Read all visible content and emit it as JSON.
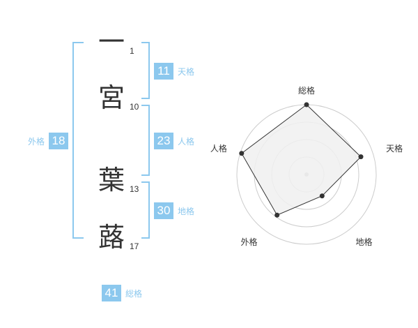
{
  "name": {
    "chars": [
      {
        "char": "一",
        "strokes": "1"
      },
      {
        "char": "宮",
        "strokes": "10"
      },
      {
        "char": "葉",
        "strokes": "13"
      },
      {
        "char": "蕗",
        "strokes": "17"
      }
    ]
  },
  "scores": {
    "tenkaku": {
      "label": "天格",
      "value": "11"
    },
    "jinkaku": {
      "label": "人格",
      "value": "23"
    },
    "chikaku": {
      "label": "地格",
      "value": "30"
    },
    "gaikaku": {
      "label": "外格",
      "value": "18"
    },
    "soukaku": {
      "label": "総格",
      "value": "41"
    }
  },
  "chart_data": {
    "type": "radar",
    "axes": [
      "総格",
      "天格",
      "地格",
      "外格",
      "人格"
    ],
    "values": [
      1.0,
      0.82,
      0.38,
      0.72,
      0.98
    ],
    "range": [
      0,
      1
    ],
    "rings": 4,
    "colors": {
      "fill": "#f0f0f0",
      "line": "#333333",
      "point": "#333333",
      "ring": "#cccccc",
      "center": "#bbbbbb"
    }
  }
}
